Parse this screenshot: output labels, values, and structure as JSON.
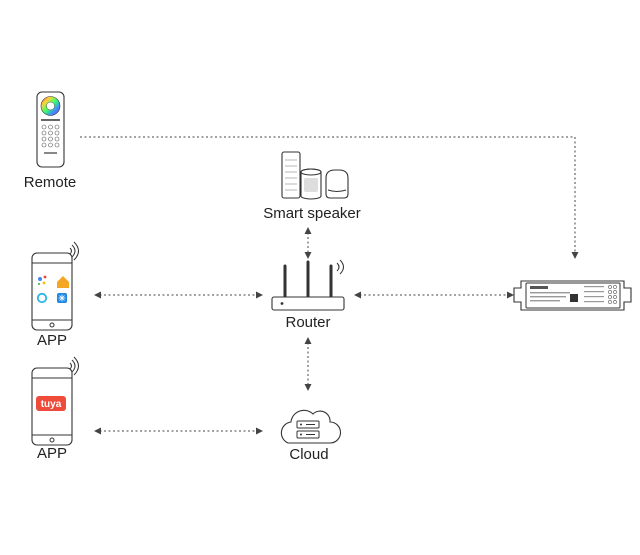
{
  "labels": {
    "remote": "Remote",
    "smart_speaker": "Smart speaker",
    "router": "Router",
    "app_top": "APP",
    "app_bottom": "APP",
    "cloud": "Cloud"
  },
  "app_logo_text": "tuya",
  "colors": {
    "line": "#444444",
    "outline": "#333333",
    "tuya": "#ef4b3a"
  },
  "icons": {
    "remote": "rgb-remote-icon",
    "smart_speaker": "smart-speakers-icon",
    "router": "wifi-router-icon",
    "app_top": "smartphone-assistants-icon",
    "app_bottom": "smartphone-tuya-icon",
    "cloud": "cloud-server-icon",
    "controller": "led-controller-icon"
  }
}
